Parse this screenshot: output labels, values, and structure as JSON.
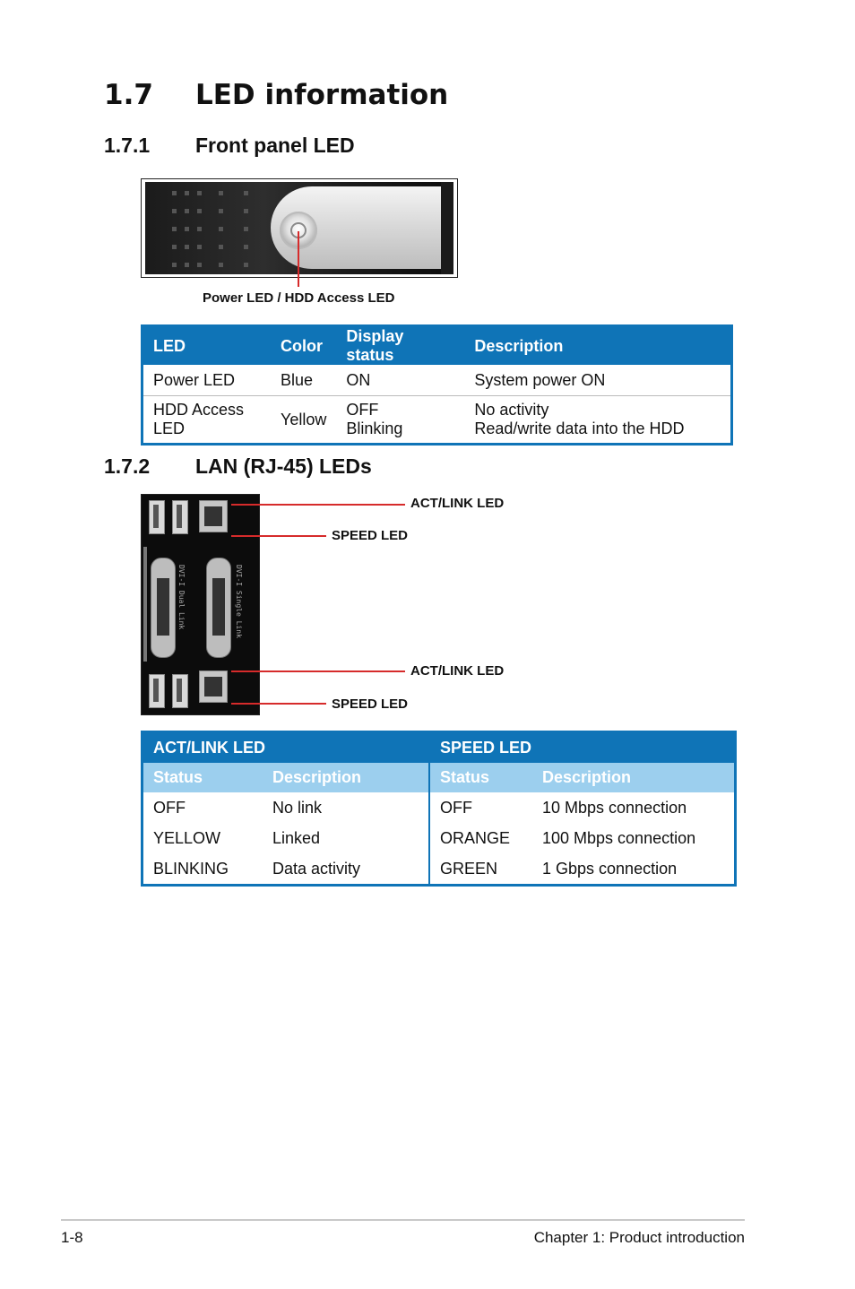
{
  "headings": {
    "main_num": "1.7",
    "main_title": "LED information",
    "front_num": "1.7.1",
    "front_title": "Front panel LED",
    "lan_num": "1.7.2",
    "lan_title": "LAN (RJ-45) LEDs"
  },
  "front_panel": {
    "callout": "Power LED / HDD Access LED"
  },
  "front_table": {
    "headers": [
      "LED",
      "Color",
      "Display status",
      "Description"
    ],
    "rows": [
      {
        "led": "Power LED",
        "color": "Blue",
        "status": "ON",
        "description": "System power ON"
      },
      {
        "led_line1": "HDD Access",
        "led_line2": "LED",
        "color": "Yellow",
        "status_line1": "OFF",
        "status_line2": "Blinking",
        "desc_line1": "No activity",
        "desc_line2": "Read/write data into the HDD"
      }
    ]
  },
  "rear_panel": {
    "callouts": [
      "ACT/LINK LED",
      "SPEED LED",
      "ACT/LINK LED",
      "SPEED LED"
    ],
    "dvi_left_text": "DVI-I Dual Link",
    "dvi_right_text": "DVI-I Single Link"
  },
  "lan_table": {
    "group_headers": [
      "ACT/LINK LED",
      "SPEED LED"
    ],
    "sub_headers": [
      "Status",
      "Description",
      "Status",
      "Description"
    ],
    "rows": [
      [
        "OFF",
        "No link",
        "OFF",
        "10 Mbps connection"
      ],
      [
        "YELLOW",
        "Linked",
        "ORANGE",
        "100 Mbps connection"
      ],
      [
        "BLINKING",
        "Data activity",
        "GREEN",
        "1 Gbps connection"
      ]
    ]
  },
  "footer": {
    "page": "1-8",
    "chapter": "Chapter 1:  Product introduction"
  },
  "colors": {
    "accent": "#0f74b7",
    "subheader": "#9ccfee",
    "callout_line": "#d62b2b"
  }
}
